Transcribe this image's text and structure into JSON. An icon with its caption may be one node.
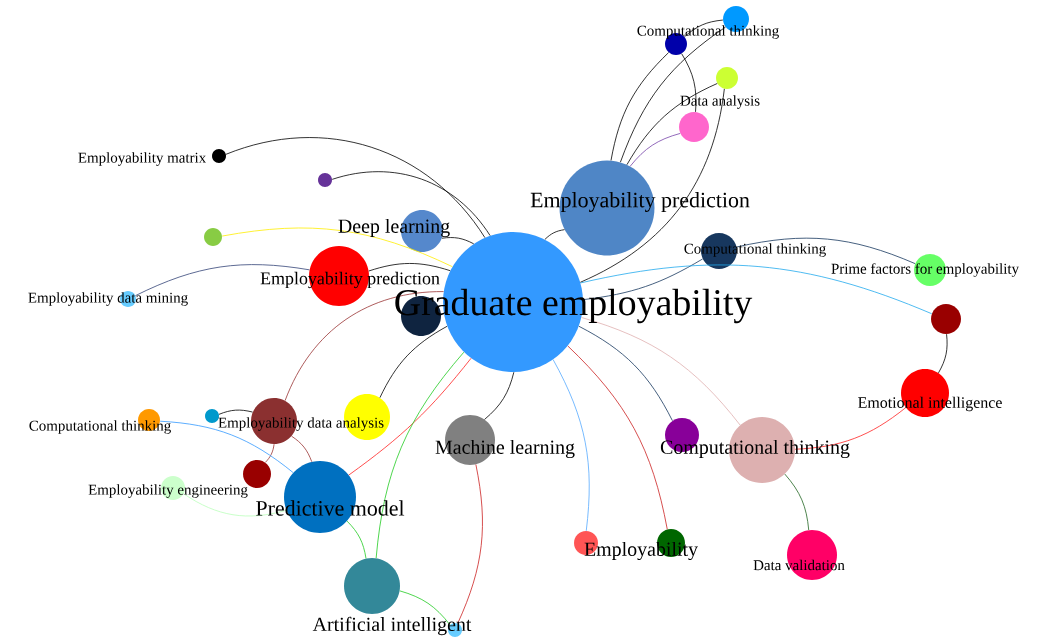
{
  "diagram": {
    "nodes": [
      {
        "text": [
          "Graduate employability"
        ]
      },
      {
        "text": [
          "Employability prediction"
        ]
      },
      {
        "text": [
          "Computational thinking"
        ]
      },
      {
        "text": [],
        "shape": "circle"
      },
      {
        "text": [],
        "shape": "circle"
      },
      {
        "text": [
          "Data analysis"
        ]
      },
      {
        "text": [
          "Employability matrix"
        ]
      },
      {
        "text": [],
        "shape": "circle"
      },
      {
        "text": [
          "Deep learning"
        ]
      },
      {
        "text": [],
        "shape": "circle"
      },
      {
        "text": [
          "Employability prediction"
        ]
      },
      {
        "text": [
          "Employability data mining"
        ]
      },
      {
        "text": [],
        "shape": "circle"
      },
      {
        "text": [
          "Computational thinking"
        ]
      },
      {
        "text": [
          "Prime factors for employability"
        ]
      },
      {
        "text": [],
        "shape": "circle"
      },
      {
        "text": [
          "Emotional intelligence"
        ]
      },
      {
        "text": [
          "Computational thinking"
        ]
      },
      {
        "text": [],
        "shape": "circle"
      },
      {
        "text": [
          "Employability data analysis"
        ]
      },
      {
        "text": [],
        "shape": "circle"
      },
      {
        "text": [
          "Machine learning"
        ]
      },
      {
        "text": [],
        "shape": "circle"
      },
      {
        "text": [
          "Computational thinking"
        ]
      },
      {
        "text": [],
        "shape": "circle"
      },
      {
        "text": [
          "Employability engineering"
        ]
      },
      {
        "text": [
          "Predictive model"
        ]
      },
      {
        "text": [
          "Artificial intelligent"
        ]
      },
      {
        "text": [],
        "shape": "circle"
      },
      {
        "text": [
          "Employability"
        ]
      },
      {
        "text": [],
        "shape": "circle"
      },
      {
        "text": [
          "Data validation"
        ]
      }
    ],
    "edges": [
      {
        "from": 6,
        "to": 0,
        "arrow": "none"
      },
      {
        "from": 7,
        "to": 0,
        "arrow": "none"
      },
      {
        "from": 9,
        "to": 0,
        "arrow": "none",
        "color": "#ffee00"
      },
      {
        "from": 10,
        "to": 0,
        "arrow": "none"
      },
      {
        "from": 11,
        "to": 10,
        "arrow": "none",
        "color": "#334477"
      },
      {
        "from": 8,
        "to": 0,
        "arrow": "none"
      },
      {
        "from": 0,
        "to": 1,
        "arrow": "none"
      },
      {
        "from": 1,
        "to": 2,
        "arrow": "none"
      },
      {
        "from": 1,
        "to": 3,
        "arrow": "none"
      },
      {
        "from": 1,
        "to": 4,
        "arrow": "none"
      },
      {
        "from": 1,
        "to": 5,
        "arrow": "none",
        "color": "#7744aa"
      },
      {
        "from": 2,
        "to": 5,
        "arrow": "none"
      },
      {
        "from": 2,
        "to": 3,
        "arrow": "none"
      },
      {
        "from": 0,
        "to": 4,
        "arrow": "none"
      },
      {
        "from": 0,
        "to": 13,
        "arrow": "none",
        "color": "#17375e"
      },
      {
        "from": 13,
        "to": 14,
        "arrow": "none",
        "color": "#17375e"
      },
      {
        "from": 0,
        "to": 15,
        "arrow": "none",
        "color": "#22aaee"
      },
      {
        "from": 15,
        "to": 16,
        "arrow": "none"
      },
      {
        "from": 16,
        "to": 23,
        "arrow": "none",
        "color": "#ff2222"
      },
      {
        "from": 0,
        "to": 22,
        "arrow": "none",
        "color": "#17375e"
      },
      {
        "from": 0,
        "to": 23,
        "arrow": "none",
        "color": "#e0b0b0"
      },
      {
        "from": 23,
        "to": 31,
        "arrow": "none",
        "color": "#226622"
      },
      {
        "from": 0,
        "to": 29,
        "arrow": "none",
        "color": "#55aaff"
      },
      {
        "from": 0,
        "to": 30,
        "arrow": "none",
        "color": "#cc2222"
      },
      {
        "from": 0,
        "to": 21,
        "arrow": "none"
      },
      {
        "from": 0,
        "to": 19,
        "arrow": "none",
        "color": "#993333"
      },
      {
        "from": 19,
        "to": 24,
        "arrow": "none",
        "color": "#993333"
      },
      {
        "from": 18,
        "to": 19,
        "arrow": "none"
      },
      {
        "from": 20,
        "to": 0,
        "arrow": "none"
      },
      {
        "from": 26,
        "to": 0,
        "arrow": "none",
        "color": "#ff2222"
      },
      {
        "from": 17,
        "to": 26,
        "arrow": "none",
        "color": "#3399ff"
      },
      {
        "from": 25,
        "to": 26,
        "arrow": "none",
        "color": "#bbffbb"
      },
      {
        "from": 19,
        "to": 26,
        "arrow": "none",
        "color": "#993333"
      },
      {
        "from": 27,
        "to": 0,
        "arrow": "none",
        "color": "#22cc22"
      },
      {
        "from": 26,
        "to": 27,
        "arrow": "none",
        "color": "#22cc22"
      },
      {
        "from": 27,
        "to": 28,
        "arrow": "none",
        "color": "#22cc22"
      },
      {
        "from": 21,
        "to": 28,
        "arrow": "none",
        "color": "#cc2222"
      }
    ]
  }
}
